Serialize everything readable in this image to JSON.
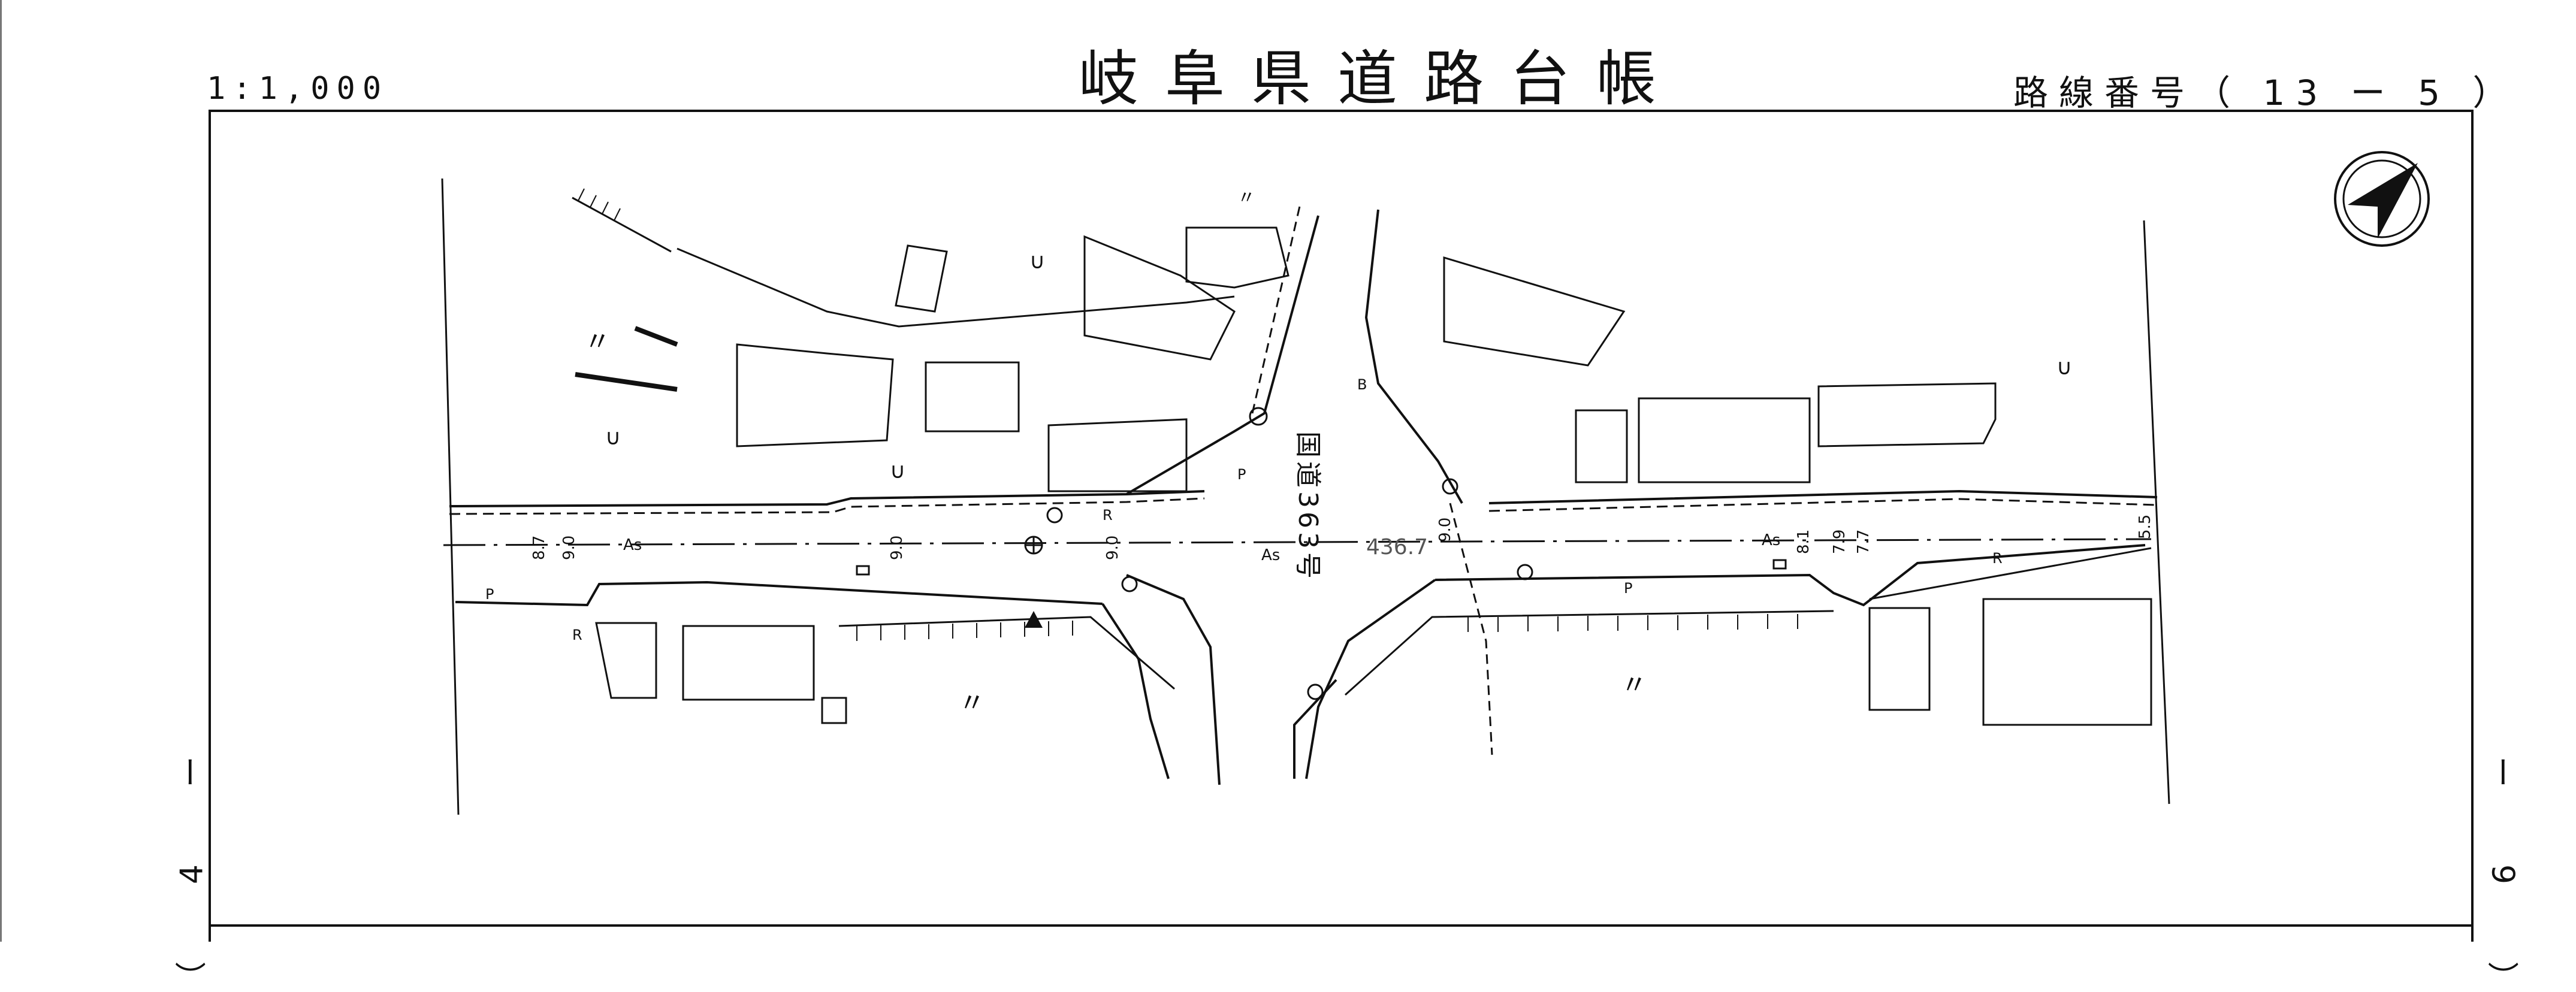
{
  "header": {
    "scale": "1:1,000",
    "title": "岐阜県道路台帳",
    "route_number": "路線番号（ 13 ー 5 ）"
  },
  "sheet_refs": {
    "left": "（ 4 ー",
    "right": "（ 6 ー"
  },
  "map_labels": {
    "crossroad": "国道363号",
    "station": "436.7",
    "surface": "As",
    "road_width": "9.0",
    "left_width": "8.7",
    "right_width_1": "8.1",
    "right_width_2": "7.9",
    "right_width_3": "7.7",
    "end_width": "5.5",
    "marker_r": "R",
    "marker_p": "P",
    "marker_b": "B",
    "ditto": "〃",
    "field": "∪"
  },
  "north_arrow": "north-arrow"
}
